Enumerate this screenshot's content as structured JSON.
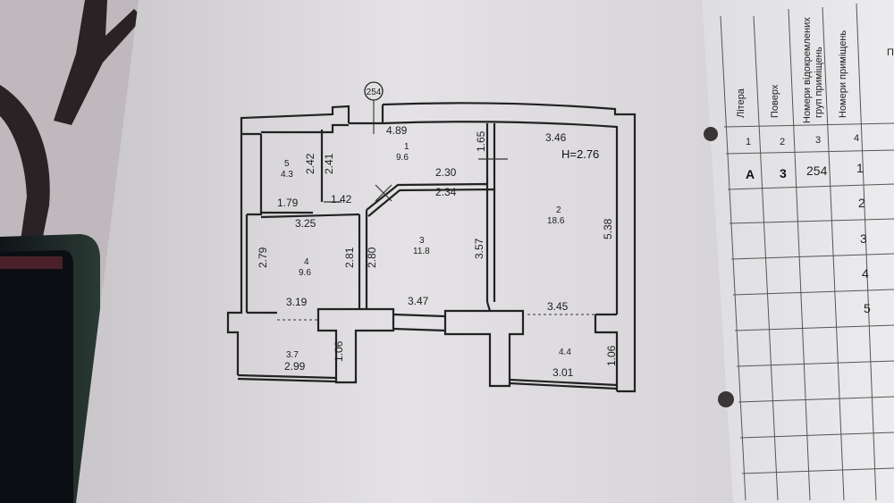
{
  "plan": {
    "section_number": "254",
    "height_label": "H=2.76",
    "rooms": [
      {
        "number": "1",
        "area": "9.6"
      },
      {
        "number": "2",
        "area": "18.6"
      },
      {
        "number": "3",
        "area": "11.8"
      },
      {
        "number": "4",
        "area": "9.6"
      },
      {
        "number": "5",
        "area": "4.3"
      },
      {
        "number": "",
        "area": "3.7"
      },
      {
        "number": "",
        "area": "4.4"
      }
    ],
    "dimensions": [
      "4.89",
      "3.46",
      "1.65",
      "2.42",
      "2.41",
      "2.30",
      "2.34",
      "1.79",
      "1.42",
      "3.25",
      "5.38",
      "2.79",
      "2.81",
      "2.80",
      "3.57",
      "3.19",
      "3.47",
      "3.45",
      "1.06",
      "2.99",
      "1.06",
      "3.01"
    ]
  },
  "table": {
    "headers": [
      "Літера",
      "Поверх",
      "Номери відокремлених груп приміщень",
      "Номери приміщень"
    ],
    "header_line2": [
      "",
      "",
      "груп приміщень",
      ""
    ],
    "header_line1": [
      "Літера",
      "Поверх",
      "Номери відокремлених",
      "Номери приміщень"
    ],
    "column_numbers": [
      "1",
      "2",
      "3",
      "4"
    ],
    "row": {
      "litera": "А",
      "floor": "3",
      "group": "254"
    },
    "room_numbers": [
      "1",
      "2",
      "3",
      "4",
      "5"
    ],
    "cut_header": "П"
  }
}
